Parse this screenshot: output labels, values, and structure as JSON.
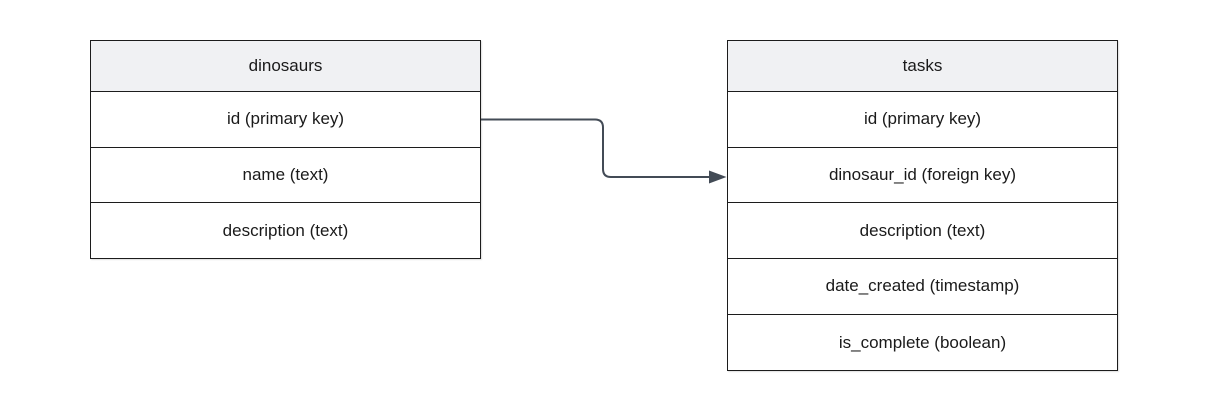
{
  "diagram": {
    "tables": [
      {
        "title": "dinosaurs",
        "rows": [
          "id (primary key)",
          "name (text)",
          "description (text)"
        ]
      },
      {
        "title": "tasks",
        "rows": [
          "id (primary key)",
          "dinosaur_id (foreign key)",
          "description (text)",
          "date_created (timestamp)",
          "is_complete (boolean)"
        ]
      }
    ],
    "connector": {
      "from": "dinosaurs: id (primary key)",
      "to": "tasks: dinosaur_id (foreign key)",
      "color": "#434b56"
    },
    "colors": {
      "table_border": "#1c1c1c",
      "header_fill": "#f0f1f3",
      "row_fill": "#ffffff",
      "text": "#1a1a1a"
    }
  }
}
